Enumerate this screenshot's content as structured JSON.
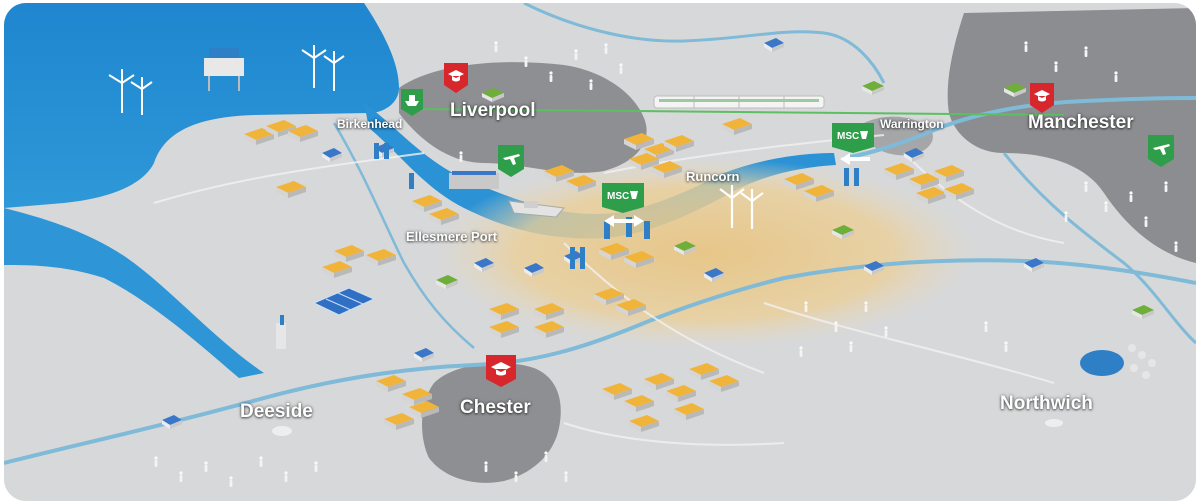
{
  "places": {
    "liverpool": "Liverpool",
    "manchester": "Manchester",
    "birkenhead": "Birkenhead",
    "warrington": "Warrington",
    "runcorn": "Runcorn",
    "ellesmere_port": "Ellesmere Port",
    "deeside": "Deeside",
    "chester": "Chester",
    "northwich": "Northwich"
  },
  "markers": {
    "msc_label": "MSC",
    "icons": [
      "university-icon",
      "airport-icon",
      "ship-terminal-icon",
      "msc-lock-icon"
    ]
  },
  "colors": {
    "water": "#2e95d6",
    "land": "#d7d8d9",
    "urban": "#8c8d90",
    "industrial_zone": "#e9c98a",
    "university_marker": "#d8262d",
    "transport_marker": "#2f9e4a",
    "rail": "#57b85d",
    "warehouse_roof": "#e8a62a"
  }
}
